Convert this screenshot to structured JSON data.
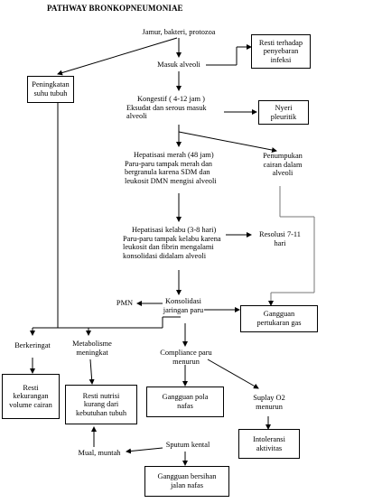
{
  "title": "PATHWAY BRONKOPNEUMONIAE",
  "nodes": {
    "n1": [
      "Jamur, bakteri, protozoa"
    ],
    "n2": [
      "Masuk alveoli"
    ],
    "n3": [
      "Kongestif ( 4-12 jam )",
      "Eksudat dan serous masuk",
      "alveoli"
    ],
    "n4": [
      "Hepatisasi merah (48 jam)",
      "Paru-paru tampak merah dan",
      "bergranula karena SDM dan",
      "leukosit DMN mengisi alveoli"
    ],
    "n5": [
      "Hepatisasi kelabu (3-8 hari)",
      "Paru-paru tampak kelabu karena",
      "leukosit dan fibrin mengalami",
      "konsolidasi didalam alveoli"
    ],
    "n6": [
      "Resolusi 7-11",
      "hari"
    ],
    "n7": [
      "Penumpukan",
      "cairan dalam",
      "alveoli"
    ],
    "n8": [
      "Konsolidasi",
      "jaringan paru"
    ],
    "n9": [
      "PMN"
    ],
    "n10": [
      "Compliance paru",
      "menurun"
    ],
    "n11": [
      "Berkeringat"
    ],
    "n12": [
      "Metabolisme",
      "meningkat"
    ],
    "n13": [
      "Suplay O2",
      "menurun"
    ],
    "n14": [
      "Mual, muntah"
    ],
    "n15": [
      "Sputum kental"
    ]
  },
  "boxes": {
    "b1": [
      "Resti terhadap",
      "penyebaran",
      "infeksi"
    ],
    "b2": [
      "Peningkatan",
      "suhu tubuh"
    ],
    "b3": [
      "Nyeri",
      "pleuritik"
    ],
    "b4": [
      "Gangguan",
      "pertukaran gas"
    ],
    "b5": [
      "Resti",
      "kekurangan",
      "volume cairan"
    ],
    "b6": [
      "Resti nutrisi",
      "kurang dari",
      "kebutuhan tubuh"
    ],
    "b7": [
      "Gangguan pola",
      "nafas"
    ],
    "b8": [
      "Intoleransi",
      "aktivitas"
    ],
    "b9": [
      "Gangguan bersihan",
      "jalan nafas"
    ]
  }
}
